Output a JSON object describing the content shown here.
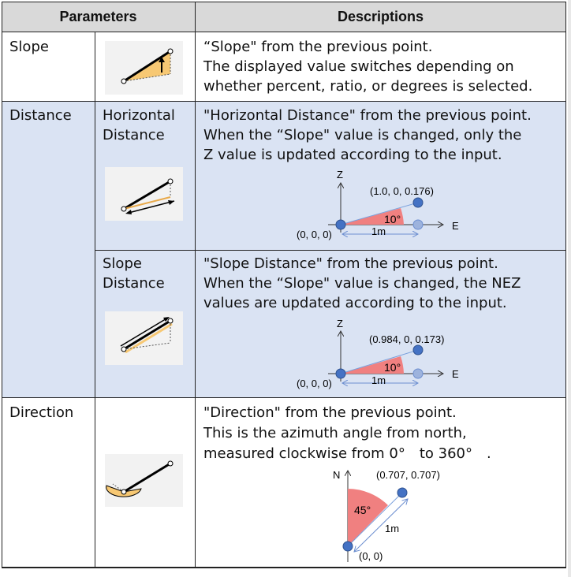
{
  "header": {
    "parameters": "Parameters",
    "descriptions": "Descriptions"
  },
  "rows": {
    "slope": {
      "name": "Slope",
      "lines": [
        "“Slope\" from the previous point.",
        "The displayed value switches depending on",
        "whether percent, ratio, or degrees is selected."
      ]
    },
    "distance": {
      "name": "Distance"
    },
    "horizontal": {
      "name": [
        "Horizontal",
        "Distance"
      ],
      "lines": [
        "\"Horizontal Distance\" from the previous point.",
        "When the “Slope\" value is changed, only the",
        "Z value is updated according to the input."
      ],
      "diagram": {
        "axis_v": "Z",
        "axis_h": "E",
        "origin": "(0, 0, 0)",
        "point": "(1.0, 0, 0.176)",
        "angle": "10°",
        "dist": "1m"
      }
    },
    "slope_distance": {
      "name": [
        "Slope",
        "Distance"
      ],
      "lines": [
        "\"Slope Distance\" from the previous point.",
        "When the “Slope\" value is changed, the NEZ",
        "values are updated according to the input."
      ],
      "diagram": {
        "axis_v": "Z",
        "axis_h": "E",
        "origin": "(0, 0, 0)",
        "point": "(0.984, 0, 0.173)",
        "angle": "10°",
        "dist": "1m"
      }
    },
    "direction": {
      "name": "Direction",
      "lines": [
        "\"Direction\" from the previous point.",
        "This is the azimuth angle from north,",
        "measured clockwise from 0°　to 360°　."
      ],
      "diagram": {
        "axis_v": "N",
        "origin": "(0, 0)",
        "point": "(0.707, 0.707)",
        "angle": "45°",
        "dist": "1m"
      }
    }
  },
  "colors": {
    "header": "#d9d9d9",
    "blue_row": "#dae3f3",
    "point": "#4472c4",
    "wedge": "#f08080"
  }
}
